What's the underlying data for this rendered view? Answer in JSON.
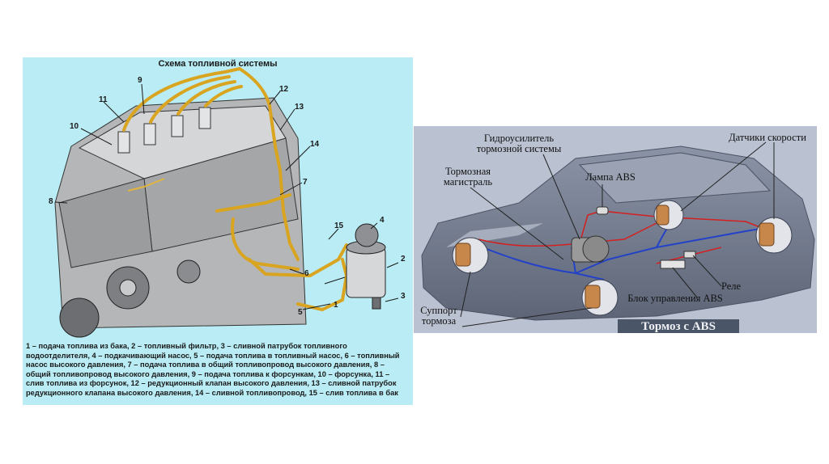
{
  "fuel_diagram": {
    "title": "Схема топливной системы",
    "numbers": [
      "1",
      "2",
      "3",
      "4",
      "5",
      "6",
      "7",
      "8",
      "9",
      "10",
      "11",
      "12",
      "13",
      "14",
      "15"
    ],
    "legend": "1 – подача топлива из бака, 2 – топливный фильтр, 3 – сливной патрубок топливного водоотделителя, 4 – подкачивающий насос, 5 – подача топлива в топливный насос, 6 – топливный насос высокого давления, 7 – подача топлива в общий топливопровод высокого давления, 8 – общий топливопровод высокого давления, 9 – подача топлива к форсункам, 10 – форсунка, 11 – слив топлива из форсунок, 12 – редукционный клапан высокого давления, 13 – сливной патрубок редукционного клапана высокого давления, 14 – сливной топливопровод, 15 – слив топлива в бак",
    "colors": {
      "background": "#b9ecf4",
      "fuel_line": "#d9a521"
    }
  },
  "abs_diagram": {
    "labels": {
      "booster_line1": "Гидроусилитель",
      "booster_line2": "тормозной системы",
      "speed_sensors": "Датчики скорости",
      "brake_line1": "Тормозная",
      "brake_line2": "магистраль",
      "abs_lamp": "Лампа ABS",
      "relay": "Реле",
      "abs_unit": "Блок управления ABS",
      "caliper_line1": "Суппорт",
      "caliper_line2": "тормоза"
    },
    "banner": "Тормоз с ABS",
    "colors": {
      "hydraulic": "#2342c8",
      "electric": "#d42020",
      "car_body": "#707a8c"
    }
  }
}
